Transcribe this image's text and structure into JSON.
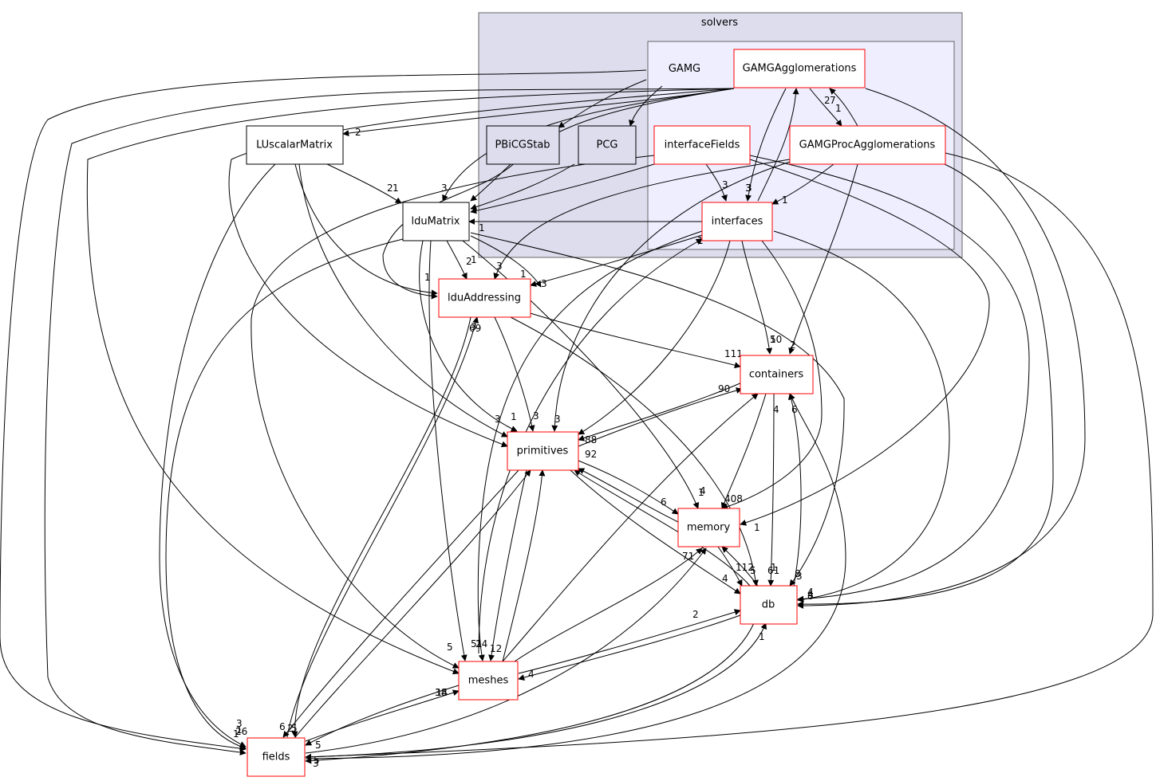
{
  "clusters": {
    "solvers": {
      "label": "solvers",
      "fill": "#ddddee",
      "stroke": "#666666"
    },
    "gamg": {
      "label": "GAMG",
      "fill": "#eeeeff",
      "stroke": "#666666"
    }
  },
  "colors": {
    "red_border": "#ff0000",
    "black_border": "#000000",
    "cluster_node_fill": "#ddddee"
  },
  "nodes": {
    "GAMGAgglomerations": {
      "label": "GAMGAgglomerations"
    },
    "GAMGProcAgglomerations": {
      "label": "GAMGProcAgglomerations"
    },
    "interfaceFields": {
      "label": "interfaceFields"
    },
    "interfaces": {
      "label": "interfaces"
    },
    "PBiCGStab": {
      "label": "PBiCGStab"
    },
    "PCG": {
      "label": "PCG"
    },
    "LUscalarMatrix": {
      "label": "LUscalarMatrix"
    },
    "lduMatrix": {
      "label": "lduMatrix"
    },
    "lduAddressing": {
      "label": "lduAddressing"
    },
    "containers": {
      "label": "containers"
    },
    "primitives": {
      "label": "primitives"
    },
    "memory": {
      "label": "memory"
    },
    "db": {
      "label": "db"
    },
    "meshes": {
      "label": "meshes"
    },
    "fields": {
      "label": "fields"
    }
  },
  "edge_labels": [
    "2",
    "7",
    "1",
    "3",
    "3",
    "1",
    "3",
    "1",
    "3",
    "2",
    "2",
    "1",
    "1",
    "3",
    "1",
    "1",
    "1",
    "3",
    "2",
    "3",
    "3",
    "1",
    "5",
    "1",
    "26",
    "111",
    "3",
    "1",
    "6",
    "3",
    "1",
    "50",
    "3",
    "1",
    "4",
    "1",
    "69",
    "90",
    "88",
    "1",
    "4",
    "6",
    "4",
    "6",
    "92",
    "71",
    "4",
    "5",
    "408",
    "112",
    "61",
    "8",
    "2",
    "1",
    "4",
    "5",
    "24",
    "12",
    "14",
    "38",
    "2",
    "5",
    "5",
    "3",
    "1",
    "3",
    "5",
    "2",
    "8",
    "4"
  ]
}
